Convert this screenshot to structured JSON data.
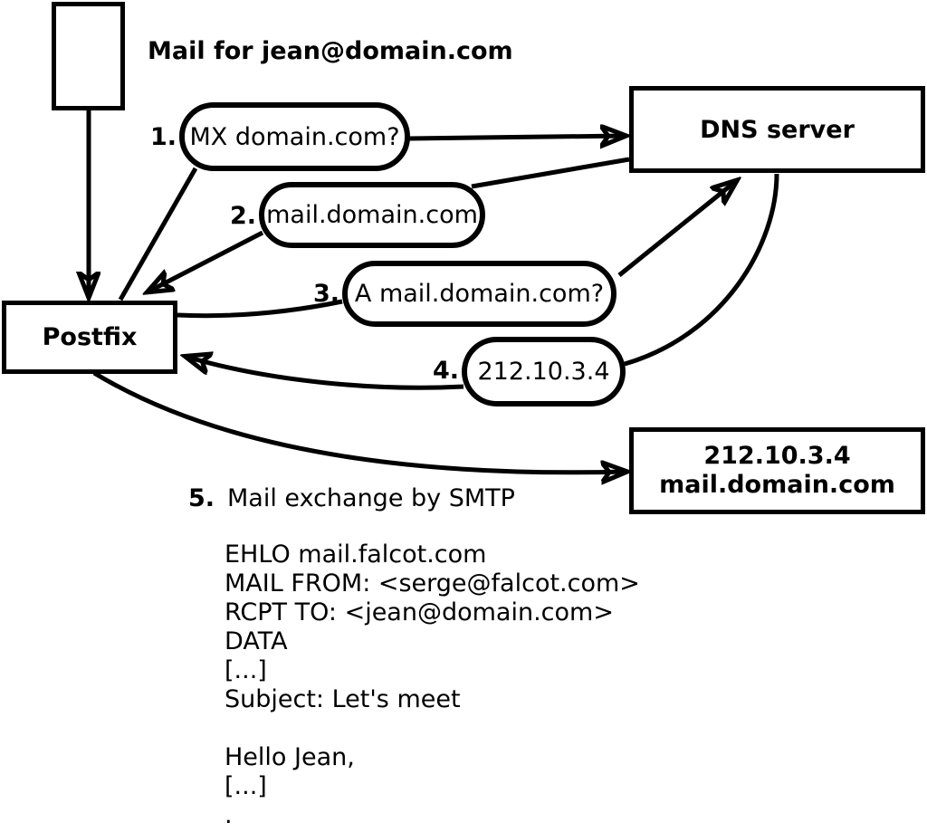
{
  "colors": {
    "stroke": "#000000",
    "background": "#ffffff",
    "text": "#000000"
  },
  "nodes": {
    "mail_note": "Mail for jean@domain.com",
    "postfix": "Postfix",
    "dns_server": "DNS server",
    "mail_server_line1": "212.10.3.4",
    "mail_server_line2": "mail.domain.com"
  },
  "steps": [
    {
      "number": "1.",
      "label": "MX domain.com?"
    },
    {
      "number": "2.",
      "label": "mail.domain.com"
    },
    {
      "number": "3.",
      "label": "A mail.domain.com?"
    },
    {
      "number": "4.",
      "label": "212.10.3.4"
    },
    {
      "number": "5.",
      "label": "Mail exchange by SMTP"
    }
  ],
  "smtp_session": {
    "lines": [
      "EHLO mail.falcot.com",
      "MAIL FROM: <serge@falcot.com>",
      "RCPT TO: <jean@domain.com>",
      "DATA",
      "[...]",
      "Subject: Let's meet",
      "",
      "Hello Jean,",
      "[...]",
      "."
    ]
  }
}
